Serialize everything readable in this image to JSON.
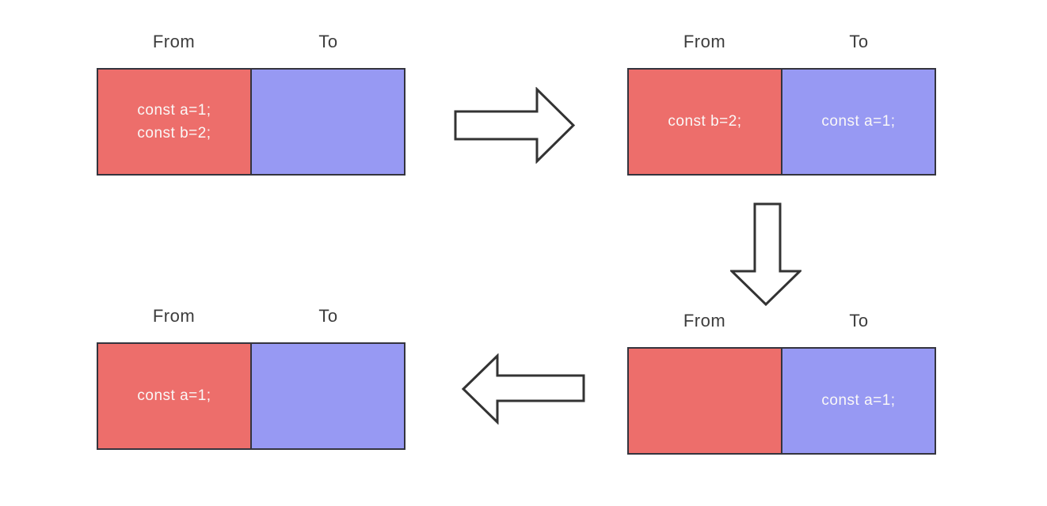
{
  "colors": {
    "from_fill": "#ED6E6B",
    "to_fill": "#9799F3",
    "border": "#34343E",
    "label_text": "#3C3C3C",
    "code_text": "#FAF8F7",
    "arrow_stroke": "#333333",
    "arrow_fill": "#FFFFFF"
  },
  "panels": [
    {
      "step": 1,
      "from_label": "From",
      "to_label": "To",
      "from_text": "const a=1;\nconst b=2;",
      "to_text": ""
    },
    {
      "step": 2,
      "from_label": "From",
      "to_label": "To",
      "from_text": "const b=2;",
      "to_text": "const a=1;"
    },
    {
      "step": 3,
      "from_label": "From",
      "to_label": "To",
      "from_text": "",
      "to_text": "const a=1;"
    },
    {
      "step": 4,
      "from_label": "From",
      "to_label": "To",
      "from_text": "const a=1;",
      "to_text": ""
    }
  ],
  "arrows": [
    {
      "name": "right-arrow",
      "direction": "right"
    },
    {
      "name": "down-arrow",
      "direction": "down"
    },
    {
      "name": "left-arrow",
      "direction": "left"
    }
  ]
}
